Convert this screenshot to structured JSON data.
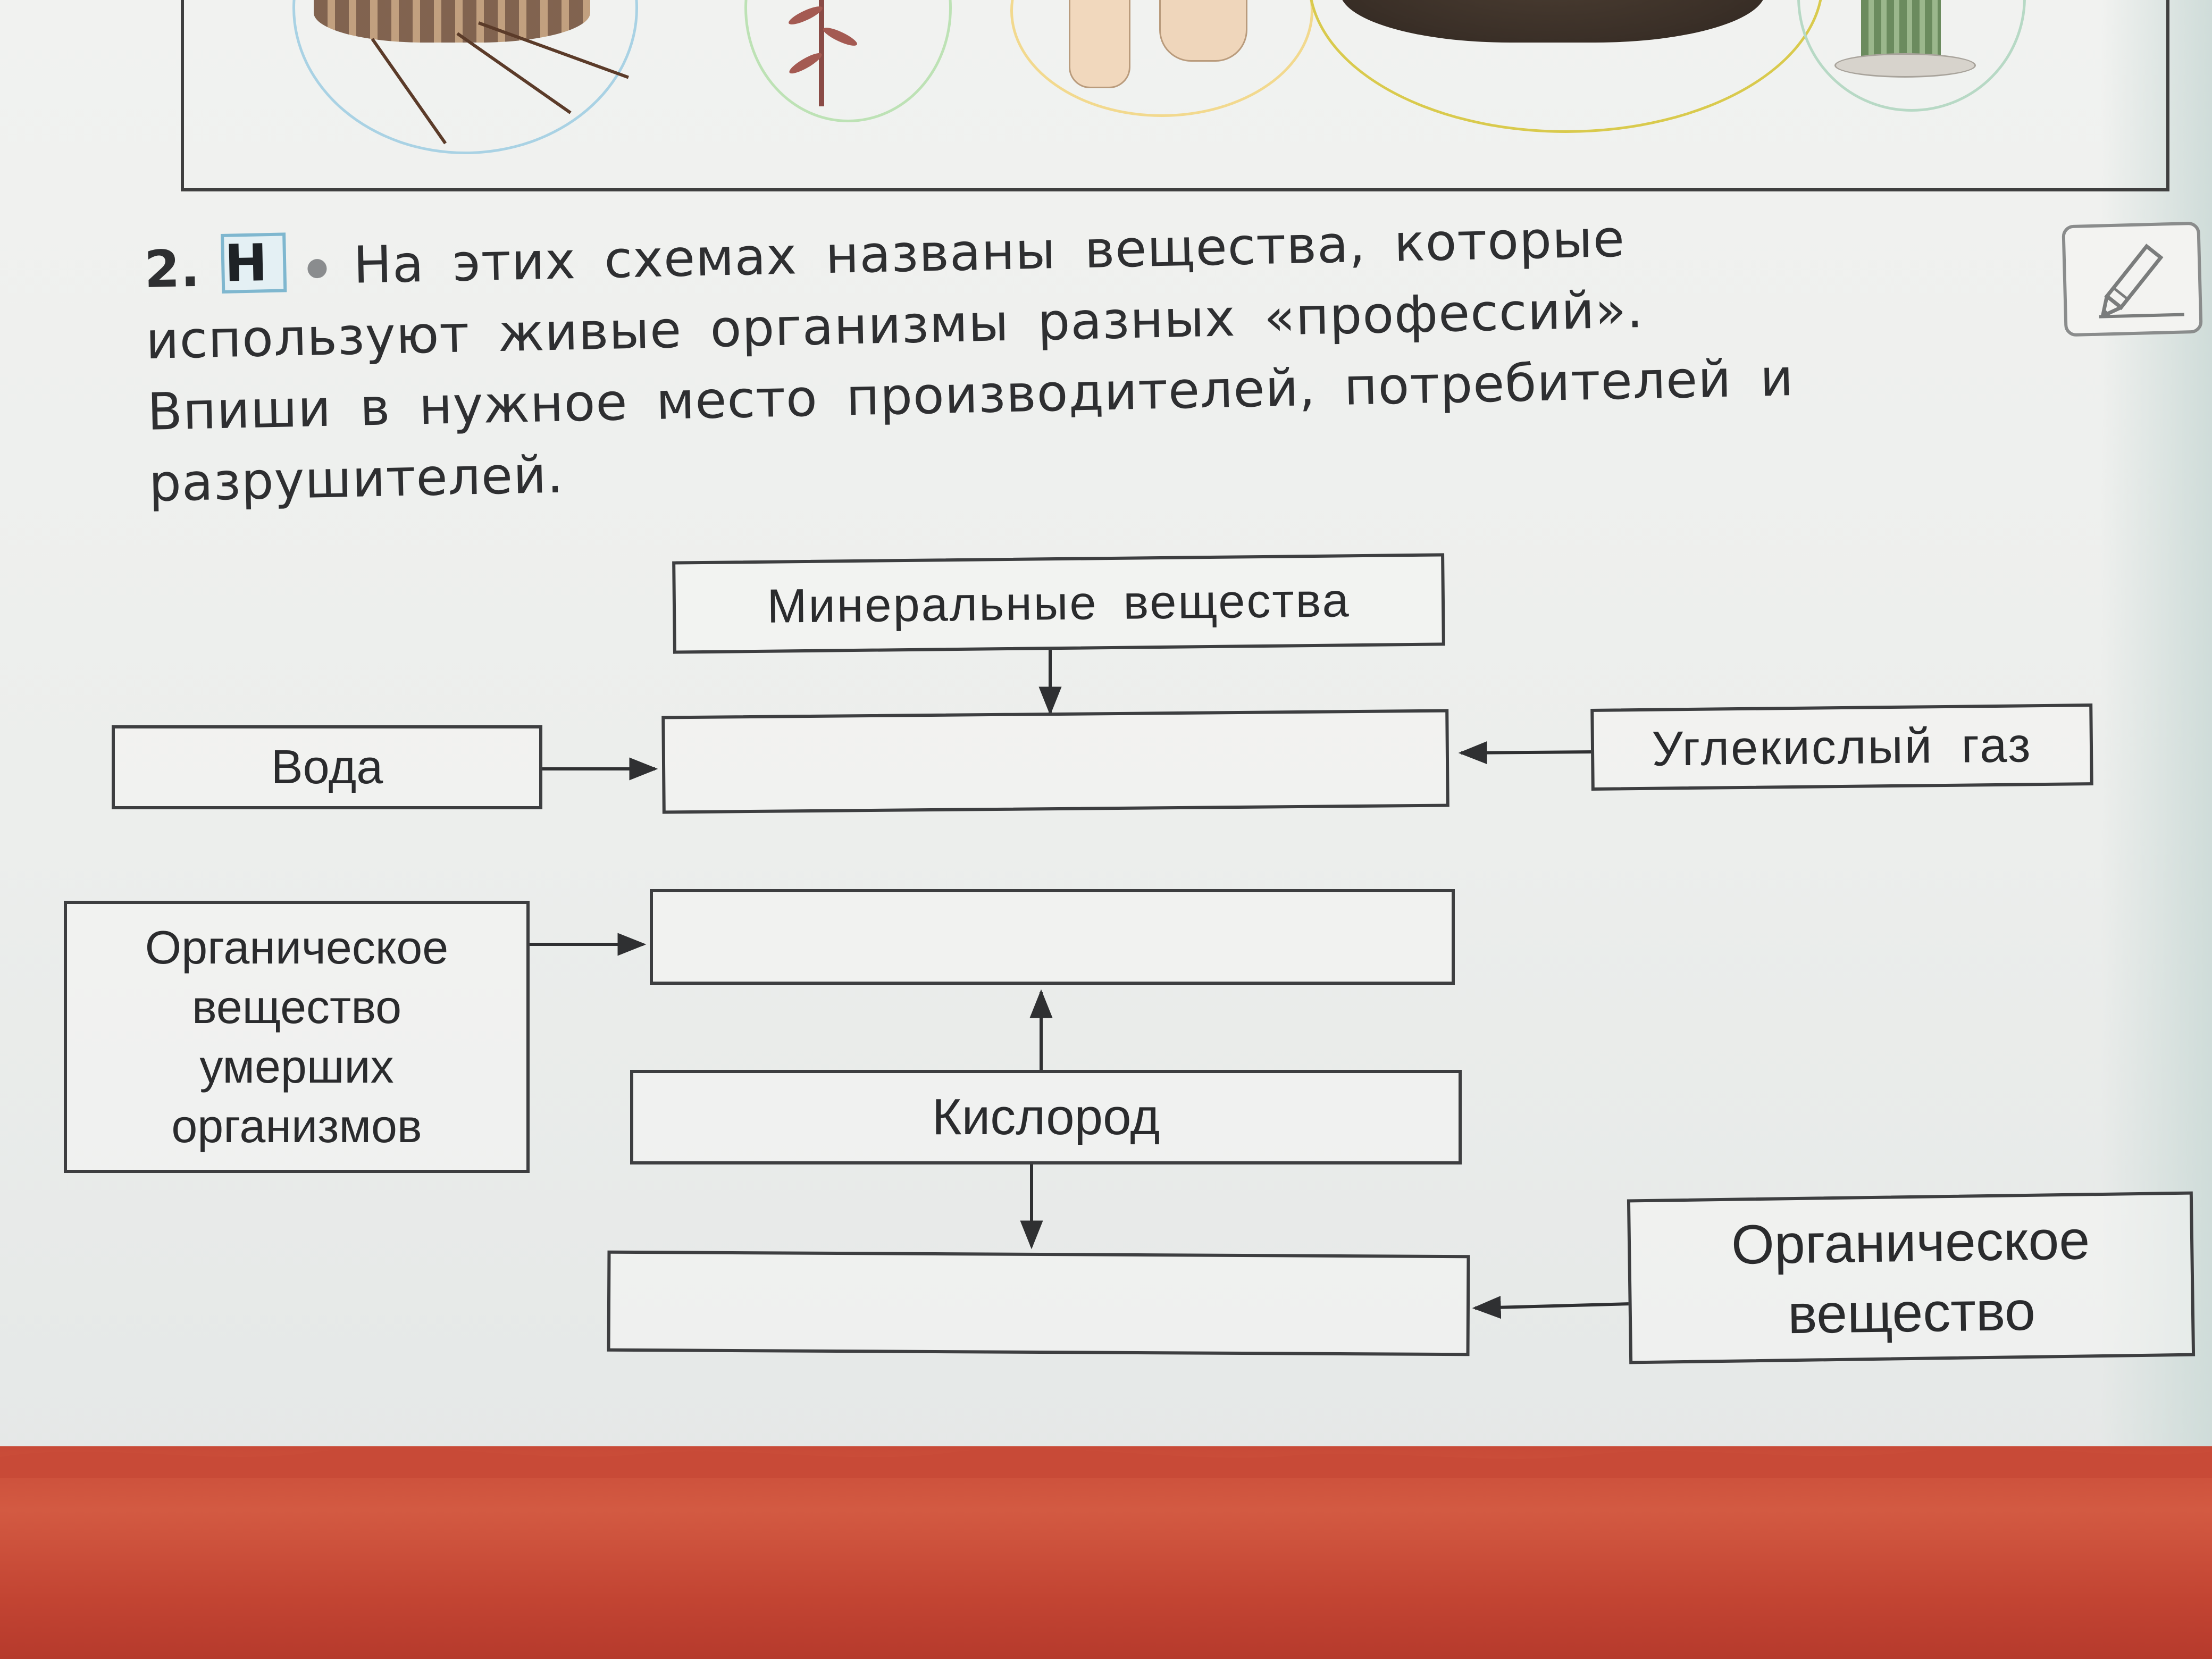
{
  "exercise": {
    "number": "2.",
    "badge": "Н",
    "instruction_line1": "На этих схемах названы вещества, которые",
    "instruction_line2": "используют живые организмы разных «профессий».",
    "instruction_line3": "Впиши в нужное место производителей, потребителей и",
    "instruction_line4": "разрушителей."
  },
  "diagram": {
    "minerals": "Минеральные вещества",
    "water": "Вода",
    "co2": "Углекислый газ",
    "dead_organic_1": "Органическое",
    "dead_organic_2": "вещество",
    "dead_organic_3": "умерших",
    "dead_organic_4": "организмов",
    "oxygen": "Кислород",
    "organic_1": "Органическое",
    "organic_2": "вещество",
    "answer_producers": "",
    "answer_decomposers": "",
    "answer_consumers": ""
  },
  "colors": {
    "page": "#eceeec",
    "ink": "#2e2f31",
    "badge_border": "#7fb7cf",
    "cloth": "#c84a37"
  },
  "icons": [
    "pencil-icon",
    "bullet-dot-icon"
  ]
}
